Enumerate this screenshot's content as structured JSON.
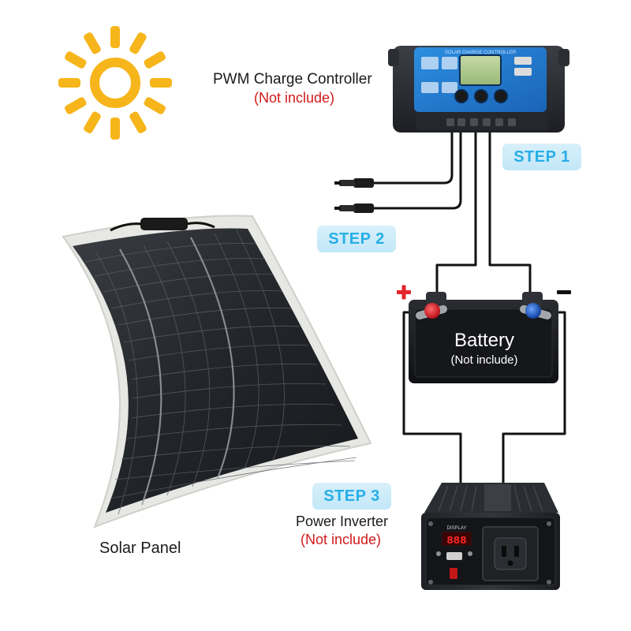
{
  "colors": {
    "sun": "#f6b51a",
    "step_text": "#27aee6",
    "step_bg": "#cdeaf8",
    "note_red": "#d0191b",
    "positive": "#e2232a",
    "negative": "#1c5fd8",
    "cable": "#111111"
  },
  "icons": [
    "sun-icon",
    "plus-icon",
    "minus-icon"
  ],
  "controller": {
    "title": "PWM Charge Controller",
    "note": "(Not include)",
    "panel_text": "SOLAR CHARGE CONTROLLER"
  },
  "steps": {
    "step1": "STEP 1",
    "step2": "STEP 2",
    "step3": "STEP 3"
  },
  "battery": {
    "title": "Battery",
    "note": "(Not include)",
    "plus": "+",
    "minus": "-"
  },
  "inverter": {
    "title": "Power Inverter",
    "note": "(Not include)",
    "display_label": "DISPLAY",
    "display_value": "888"
  },
  "solar_panel": {
    "title": "Solar Panel"
  }
}
